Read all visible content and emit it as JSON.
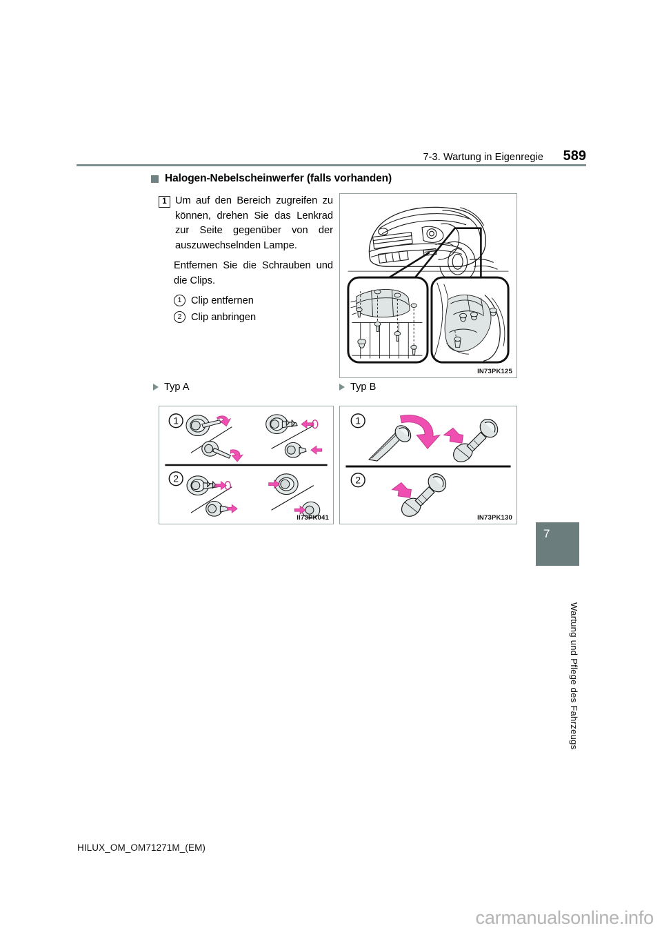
{
  "header": {
    "section_title": "7-3. Wartung in Eigenregie",
    "page_number": "589"
  },
  "section": {
    "heading": "Halogen-Nebelscheinwerfer (falls vorhanden)"
  },
  "instructions": {
    "step_number": "1",
    "step_text": "Um auf den Bereich zugreifen zu können, drehen Sie das Lenkrad zur Seite gegenüber von der auszuwechselnden Lampe.",
    "paragraph": "Entfernen Sie die Schrauben und die Clips.",
    "callouts": [
      {
        "marker": "1",
        "label": "Clip entfernen"
      },
      {
        "marker": "2",
        "label": "Clip anbringen"
      }
    ]
  },
  "figures": {
    "main": {
      "code": "IN73PK125",
      "alt": "Fahrzeugvorderansicht mit Detailausschnitten der Radhausverkleidung"
    },
    "typ_a": {
      "code": "II73PK041",
      "alt": "Clip Typ A: Entfernen und Anbringen"
    },
    "typ_b": {
      "code": "IN73PK130",
      "alt": "Clip Typ B: Entfernen und Anbringen"
    }
  },
  "type_labels": {
    "typ_a": "Typ A",
    "typ_b": "Typ B"
  },
  "panel_markers": {
    "one": "1",
    "two": "2"
  },
  "side_tab": {
    "number": "7",
    "label": "Wartung und Pflege des Fahrzeugs"
  },
  "footer": {
    "document_code": "HILUX_OM_OM71271M_(EM)",
    "watermark": "carmanualsonline.info"
  },
  "colors": {
    "accent_green": "#6f8182",
    "rule": "#7d8e8e",
    "tab": "#6b7d7d",
    "arrow_pink": "#e95fb4",
    "part_fill": "#dfe5e5",
    "watermark": "#b4b4b4"
  }
}
